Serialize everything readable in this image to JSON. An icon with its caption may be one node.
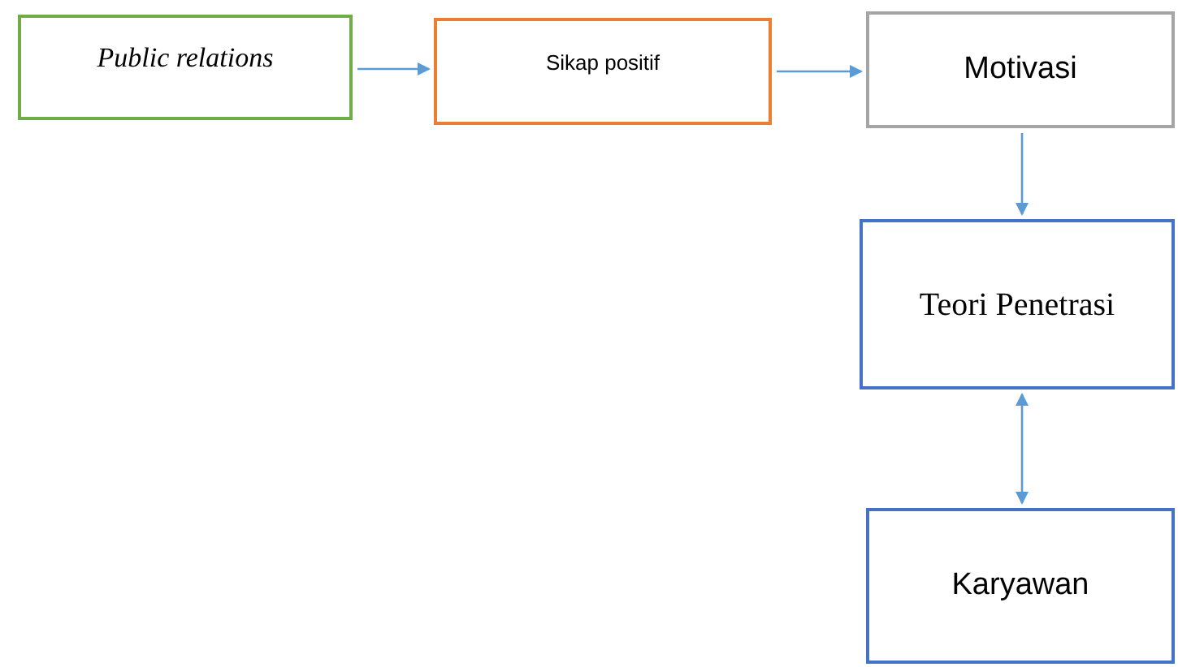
{
  "diagram": {
    "nodes": [
      {
        "text": [
          "Public relations"
        ]
      },
      {
        "text": [
          "Sikap positif"
        ]
      },
      {
        "text": [
          "Motivasi"
        ]
      },
      {
        "text": [
          "Teori Penetrasi"
        ]
      },
      {
        "text": [
          "Karyawan"
        ]
      }
    ],
    "edges": [
      {
        "from": 0,
        "to": 1,
        "arrow": "to"
      },
      {
        "from": 1,
        "to": 2,
        "arrow": "to"
      },
      {
        "from": 2,
        "to": 3,
        "arrow": "to"
      },
      {
        "from": 3,
        "to": 4,
        "arrow": "both"
      }
    ]
  }
}
